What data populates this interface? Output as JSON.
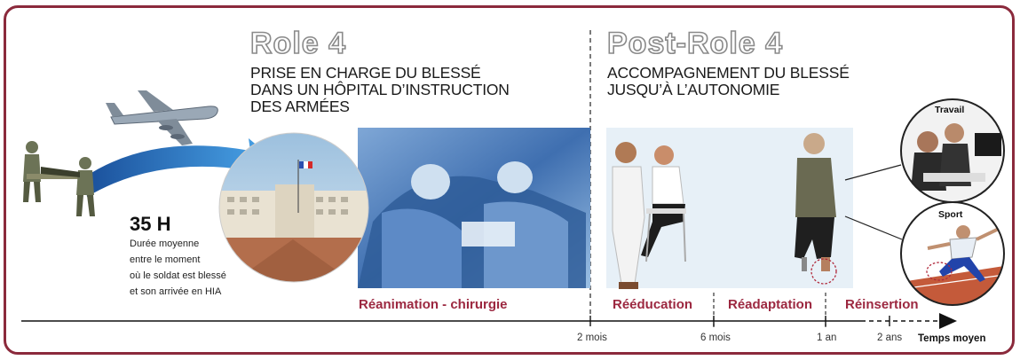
{
  "role4": {
    "title": "Role 4",
    "heading_lines": [
      "PRISE EN CHARGE DU BLESSÉ",
      "DANS UN HÔPITAL D’INSTRUCTION",
      "DES ARMÉES"
    ]
  },
  "post_role4": {
    "title": "Post-Role 4",
    "heading_lines": [
      "ACCOMPAGNEMENT DU BLESSÉ",
      "JUSQU’À L’AUTONOMIE"
    ]
  },
  "evacuation": {
    "duration": "35 H",
    "description_lines": [
      "Durée moyenne",
      "entre le moment",
      "où le soldat est blessé",
      "et son arrivée en HIA"
    ]
  },
  "phases": {
    "reanimation": "Réanimation - chirurgie",
    "reeducation": "Rééducation",
    "readaptation": "Réadaptation",
    "reinsertion": "Réinsertion"
  },
  "timeline": {
    "ticks": [
      "2 mois",
      "6 mois",
      "1 an",
      "2 ans"
    ],
    "axis_label": "Temps moyen"
  },
  "outcomes": {
    "work": "Travail",
    "sport": "Sport"
  },
  "colors": {
    "accent": "#9c2840",
    "frame": "#8b2a3c",
    "arrow_blue": "#2a7bd0"
  }
}
